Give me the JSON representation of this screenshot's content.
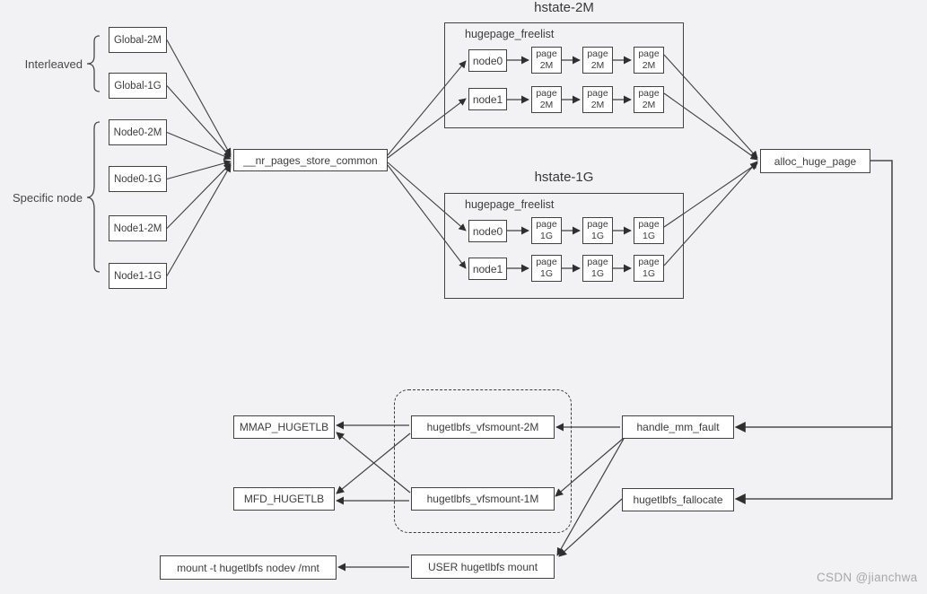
{
  "colors": {
    "background": "#f2f2f4",
    "box_fill": "#ffffff",
    "box_border": "#424242",
    "line": "#3f3f3f",
    "watermark": "#a8a8a8"
  },
  "left_panel": {
    "interleaved_label": "Interleaved",
    "specific_node_label": "Specific node",
    "boxes": {
      "global_2m": "Global-2M",
      "global_1g": "Global-1G",
      "node0_2m": "Node0-2M",
      "node0_1g": "Node0-1G",
      "node1_2m": "Node1-2M",
      "node1_1g": "Node1-1G"
    }
  },
  "store_common_label": "__nr_pages_store_common",
  "hstate_2m": {
    "title": "hstate-2M",
    "freelist_label": "hugepage_freelist",
    "node0_label": "node0",
    "node1_label": "node1",
    "page_word": "page",
    "page_size": "2M"
  },
  "hstate_1g": {
    "title": "hstate-1G",
    "freelist_label": "hugepage_freelist",
    "node0_label": "node0",
    "node1_label": "node1",
    "page_word": "page",
    "page_size": "1G"
  },
  "alloc_label": "alloc_huge_page",
  "bottom_panel": {
    "mmap_hugetlb": "MMAP_HUGETLB",
    "mfd_hugetlb": "MFD_HUGETLB",
    "vfsmount_2m": "hugetlbfs_vfsmount-2M",
    "vfsmount_1m": "hugetlbfs_vfsmount-1M",
    "handle_mm_fault": "handle_mm_fault",
    "hugetlbfs_fallocate": "hugetlbfs_fallocate",
    "user_mount": "USER hugetlbfs mount",
    "mount_command": "mount -t hugetlbfs nodev /mnt"
  },
  "watermark": "CSDN @jianchwa"
}
